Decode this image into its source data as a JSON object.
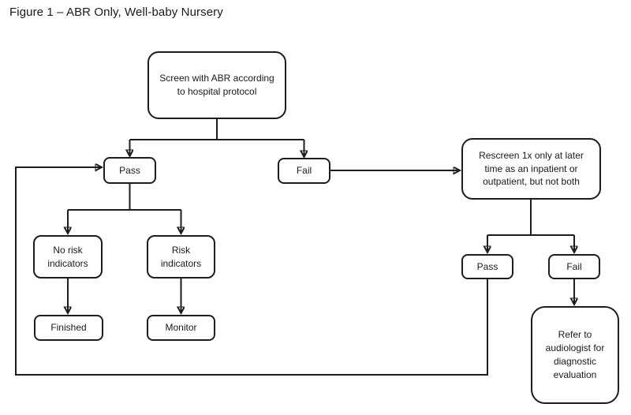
{
  "title": "Figure 1 – ABR Only, Well-baby Nursery",
  "diagram": {
    "type": "flowchart",
    "line_color": "#1d1d1d",
    "background_color": "#ffffff",
    "nodes": {
      "screen": {
        "label": "Screen with ABR according\nto hospital protocol"
      },
      "pass1": {
        "label": "Pass"
      },
      "fail1": {
        "label": "Fail"
      },
      "rescreen": {
        "label": "Rescreen 1x only at later\ntime as an inpatient or\noutpatient, but not both"
      },
      "norisk": {
        "label": "No risk\nindicators"
      },
      "risk": {
        "label": "Risk\nindicators"
      },
      "finished": {
        "label": "Finished"
      },
      "monitor": {
        "label": "Monitor"
      },
      "pass2": {
        "label": "Pass"
      },
      "fail2": {
        "label": "Fail"
      },
      "refer": {
        "label": "Refer to\naudiologist for\ndiagnostic\nevaluation"
      }
    },
    "edges": [
      {
        "from": "screen",
        "to": "pass1"
      },
      {
        "from": "screen",
        "to": "fail1"
      },
      {
        "from": "pass1",
        "to": "norisk"
      },
      {
        "from": "pass1",
        "to": "risk"
      },
      {
        "from": "norisk",
        "to": "finished"
      },
      {
        "from": "risk",
        "to": "monitor"
      },
      {
        "from": "fail1",
        "to": "rescreen"
      },
      {
        "from": "rescreen",
        "to": "pass2"
      },
      {
        "from": "rescreen",
        "to": "fail2"
      },
      {
        "from": "fail2",
        "to": "refer"
      },
      {
        "from": "pass2",
        "to": "pass1"
      }
    ]
  }
}
